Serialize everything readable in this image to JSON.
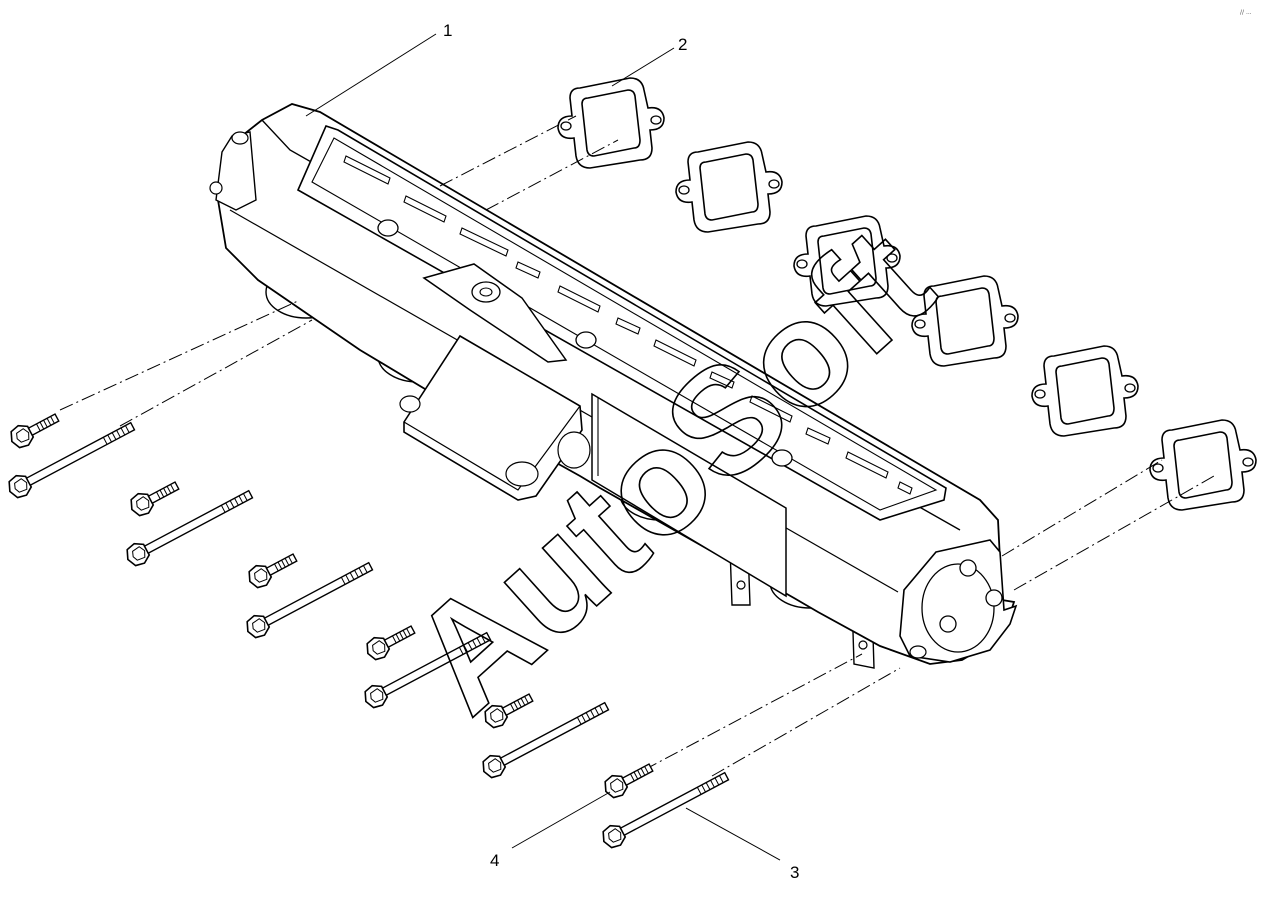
{
  "callouts": {
    "c1": "1",
    "c2": "2",
    "c3": "3",
    "c4": "4"
  },
  "watermark": "AutoSoft",
  "corner_mark": "// ..."
}
